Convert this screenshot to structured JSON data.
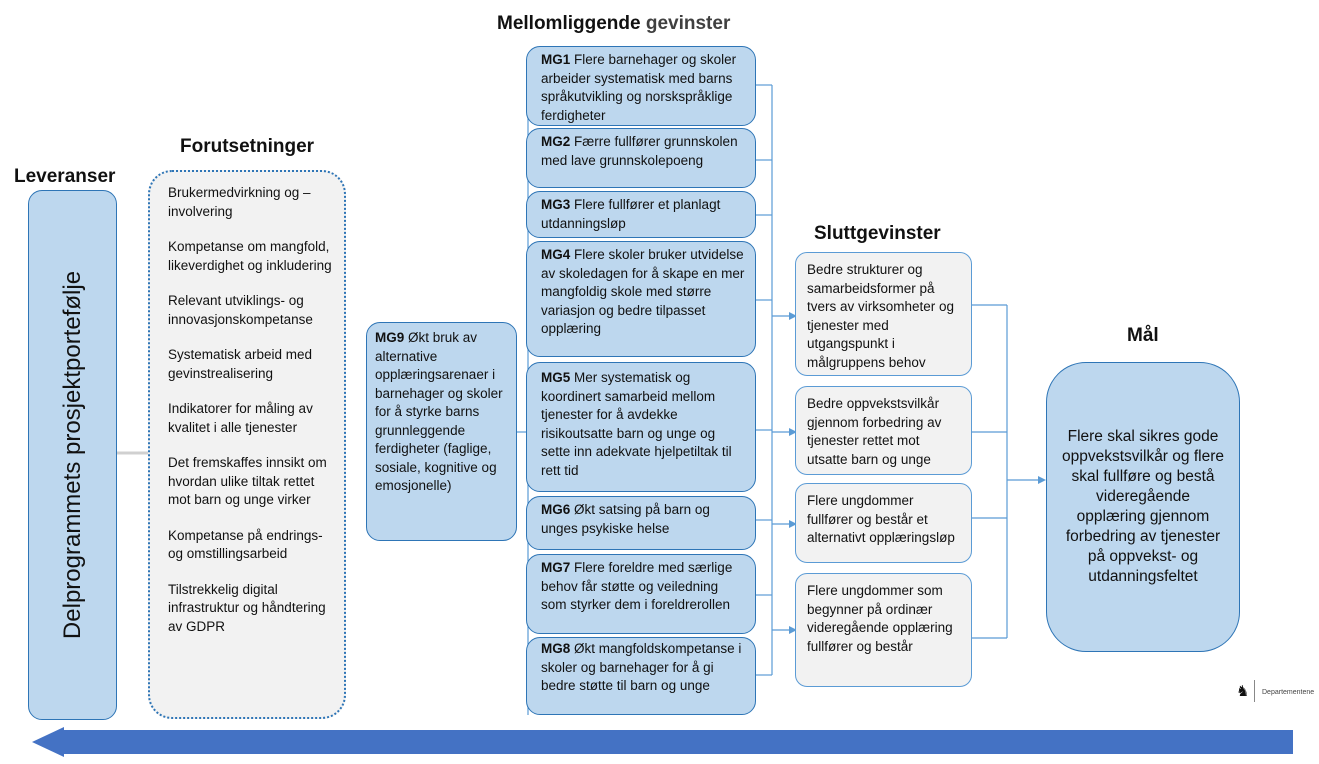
{
  "headings": {
    "leveranser": "Leveranser",
    "forutsetninger": "Forutsetninger",
    "mellomliggende_bold": "Mellomliggende",
    "mellomliggende_rest": " gevinster",
    "sluttgevinster": "Sluttgevinster",
    "maal": "Mål"
  },
  "leveranser_box": "Delprogrammets prosjektportefølje",
  "forutsetninger": [
    "Brukermedvirkning og –involvering",
    "Kompetanse om mangfold, likeverdighet og inkludering",
    "Relevant utviklings- og innovasjonskompetanse",
    "Systematisk arbeid med gevinstrealisering",
    "Indikatorer for måling av kvalitet i alle tjenester",
    "Det fremskaffes innsikt om hvordan  ulike tiltak rettet mot barn og unge virker",
    "Kompetanse på endrings- og omstillingsarbeid",
    "Tilstrekkelig digital infrastruktur og håndtering av GDPR"
  ],
  "mg9": {
    "code": "MG9",
    "text": " Økt bruk av alternative opplæringsarenaer i barnehager og skoler for å styrke barns grunnleggende ferdigheter (faglige, sosiale, kognitive og emosjonelle)"
  },
  "mellomliggende": [
    {
      "code": "MG1",
      "text": " Flere barnehager og skoler arbeider systematisk med barns språkutvikling og norskspråklige ferdigheter"
    },
    {
      "code": "MG2",
      "text": " Færre fullfører grunnskolen med lave grunnskolepoeng"
    },
    {
      "code": "MG3",
      "text": " Flere fullfører et planlagt utdanningsløp"
    },
    {
      "code": "MG4",
      "text": " Flere skoler bruker utvidelse av skoledagen for å skape en mer mangfoldig skole med større variasjon og bedre tilpasset opplæring"
    },
    {
      "code": "MG5",
      "text": " Mer systematisk og koordinert samarbeid mellom tjenester for å avdekke risikoutsatte barn og unge og sette inn adekvate hjelpetiltak til rett tid"
    },
    {
      "code": "MG6",
      "text": "  Økt satsing på barn og unges psykiske helse"
    },
    {
      "code": "MG7",
      "text": " Flere foreldre med særlige behov får støtte og veiledning som styrker dem i foreldrerollen"
    },
    {
      "code": "MG8",
      "text": " Økt mangfoldskompetanse i skoler og barnehager for å gi bedre støtte til barn og unge"
    }
  ],
  "sluttgevinster": [
    "Bedre strukturer og samarbeidsformer på tvers av virksomheter og tjenester med utgangspunkt i målgruppens behov",
    "Bedre oppvekstsvilkår gjennom forbedring av tjenester rettet mot utsatte barn og unge",
    "Flere ungdommer fullfører og består et alternativt opplæringsløp",
    "Flere ungdommer som begynner på ordinær videregående opplæring fullfører og består"
  ],
  "maal": "Flere skal sikres gode oppvekstsvilkår og flere skal fullføre og bestå videregående opplæring gjennom forbedring av tjenester på oppvekst- og utdanningsfeltet",
  "footer": {
    "logo_glyph": "♞",
    "department": "Departementene"
  },
  "colors": {
    "box_blue": "#bdd7ee",
    "border_blue": "#2e75b6",
    "connector": "#5b9bd5",
    "arrow": "#4472c4",
    "grey_box": "#f2f2f2"
  }
}
